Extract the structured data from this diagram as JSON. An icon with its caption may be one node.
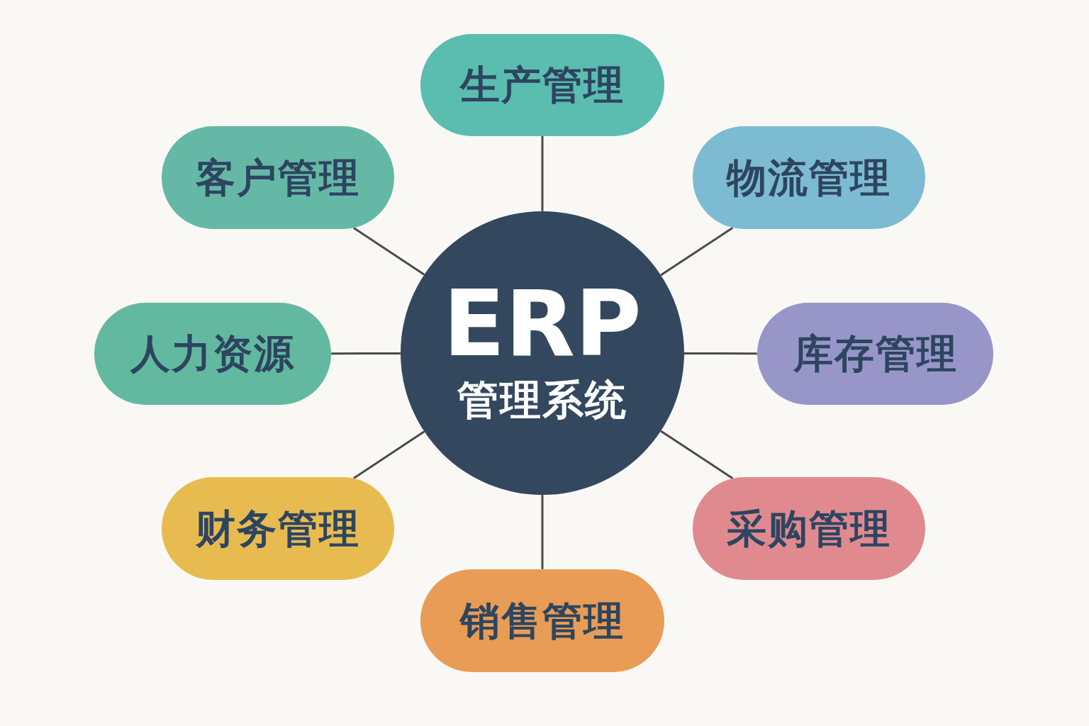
{
  "diagram": {
    "nodes": [
      {
        "text": [
          "ERP",
          "管理系统"
        ]
      },
      {
        "text": [
          "生产管理"
        ]
      },
      {
        "text": [
          "客户管理"
        ]
      },
      {
        "text": [
          "物流管理"
        ]
      },
      {
        "text": [
          "人力资源"
        ]
      },
      {
        "text": [
          "库存管理"
        ]
      },
      {
        "text": [
          "财务管理"
        ]
      },
      {
        "text": [
          "采购管理"
        ]
      },
      {
        "text": [
          "销售管理"
        ]
      }
    ],
    "edges": [
      {
        "from": 0,
        "to": 1,
        "arrow": "none"
      },
      {
        "from": 0,
        "to": 2,
        "arrow": "none"
      },
      {
        "from": 0,
        "to": 3,
        "arrow": "none"
      },
      {
        "from": 0,
        "to": 4,
        "arrow": "none"
      },
      {
        "from": 0,
        "to": 5,
        "arrow": "none"
      },
      {
        "from": 0,
        "to": 6,
        "arrow": "none"
      },
      {
        "from": 0,
        "to": 7,
        "arrow": "none"
      },
      {
        "from": 0,
        "to": 8,
        "arrow": "none"
      }
    ]
  }
}
